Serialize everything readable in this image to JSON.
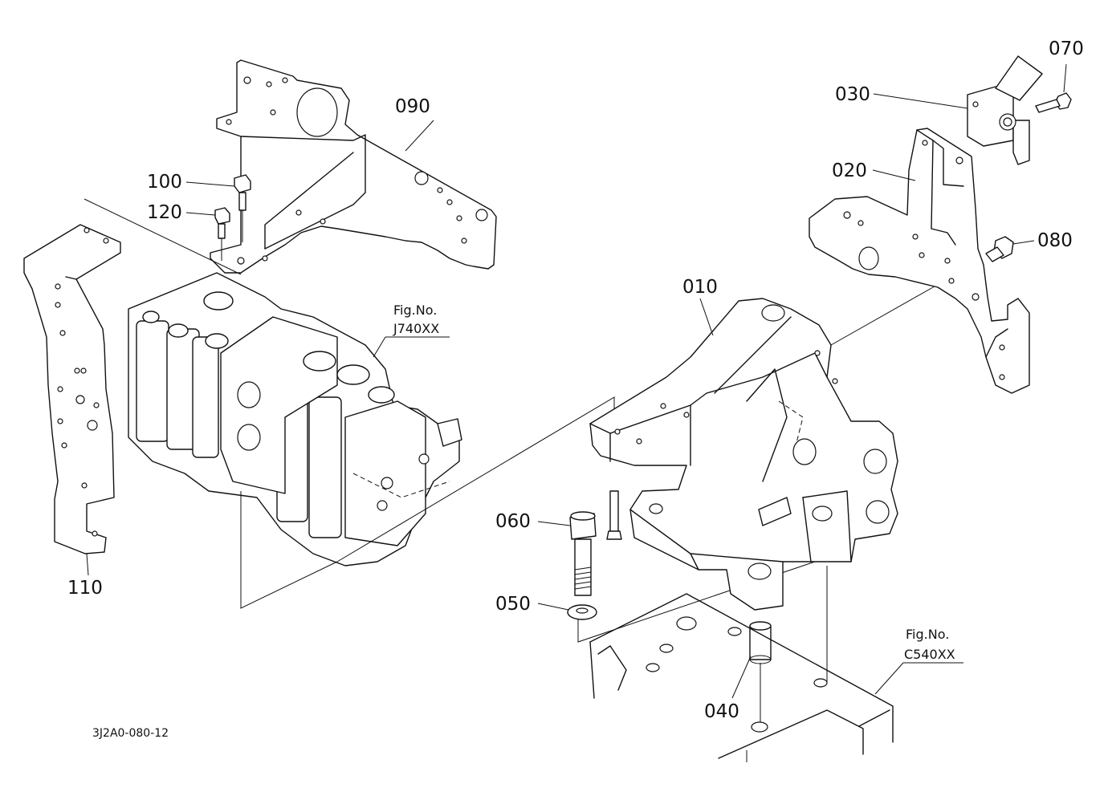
{
  "labels": {
    "p010": "010",
    "p020": "020",
    "p030": "030",
    "p040": "040",
    "p050": "050",
    "p060": "060",
    "p070": "070",
    "p080": "080",
    "p090": "090",
    "p100": "100",
    "p110": "110",
    "p120": "120"
  },
  "references": {
    "ref1_title": "Fig.No.",
    "ref1_code": "J740XX",
    "ref2_title": "Fig.No.",
    "ref2_code": "C540XX"
  },
  "drawing_code": "3J2A0-080-12"
}
